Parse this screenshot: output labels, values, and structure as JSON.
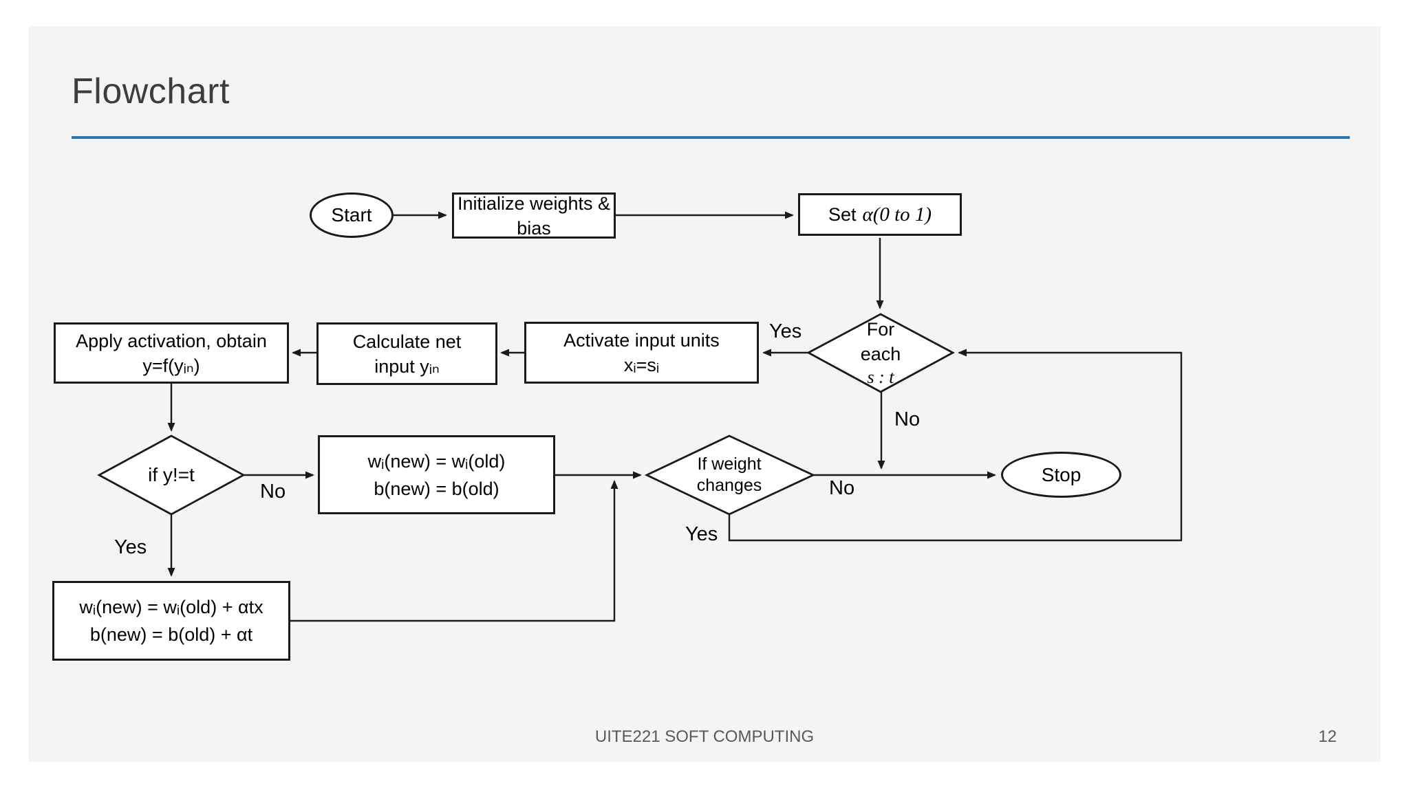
{
  "slide": {
    "title": "Flowchart",
    "background": "#f4f4f6",
    "accent_color": "#2f74ad",
    "footer_text": "UITE221 SOFT COMPUTING",
    "page_number": "12",
    "title_color": "#3d3d3d",
    "footer_color": "#595959"
  },
  "flowchart": {
    "stroke_color": "#1a1a1a",
    "shape_fill": "#ffffff",
    "nodes": {
      "start": {
        "label": "Start"
      },
      "initialize": {
        "label": "Initialize weights & bias"
      },
      "set_alpha": {
        "prefix": "Set",
        "math": "α(0 to 1)"
      },
      "for_each": {
        "line1": "For",
        "line2": "each",
        "line3": "s : t"
      },
      "activate": {
        "line1": "Activate input units",
        "line2": "xᵢ=sᵢ"
      },
      "calculate": {
        "line1": "Calculate net",
        "line2": "input yᵢₙ"
      },
      "apply": {
        "line1": "Apply activation, obtain",
        "line2": "y=f(yᵢₙ)"
      },
      "if_y_neq_t": {
        "label": "if y!=t"
      },
      "keep_weights": {
        "line1": "wᵢ(new) = wᵢ(old)",
        "line2": "b(new) = b(old)"
      },
      "if_weight_changes": {
        "line1": "If weight",
        "line2": "changes"
      },
      "stop": {
        "label": "Stop"
      },
      "update_weights": {
        "line1": "wᵢ(new) = wᵢ(old) + αtx",
        "line2": "b(new) = b(old) + αt"
      }
    },
    "edge_labels": {
      "for_each_yes": "Yes",
      "for_each_no": "No",
      "if_y_neq_t_no": "No",
      "if_y_neq_t_yes": "Yes",
      "if_weight_no": "No",
      "if_weight_yes": "Yes"
    }
  }
}
